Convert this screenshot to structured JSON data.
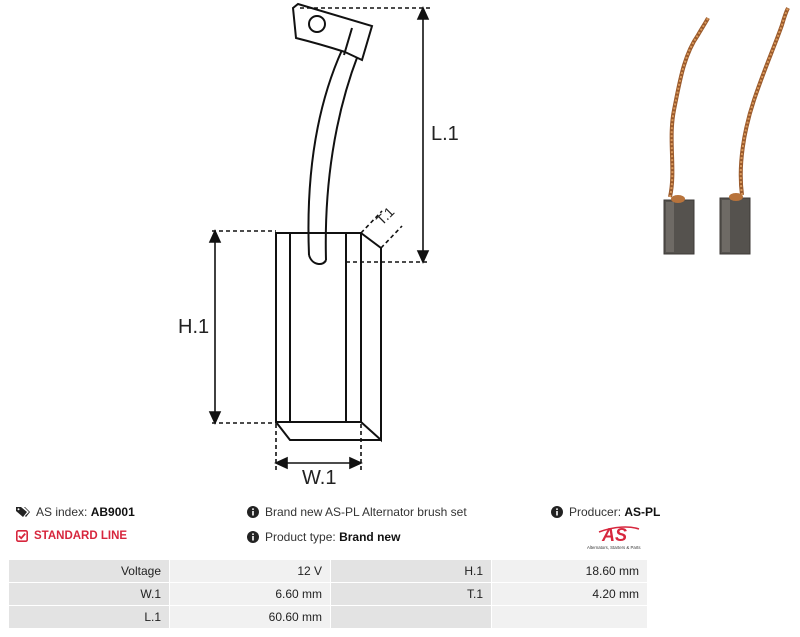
{
  "diagram": {
    "labels": {
      "l1": "L.1",
      "h1": "H.1",
      "w1": "W.1",
      "t1": "T.1"
    }
  },
  "info": {
    "as_index_label": "AS index:",
    "as_index_value": "AB9001",
    "description": "Brand new AS-PL Alternator brush set",
    "producer_label": "Producer:",
    "producer_value": "AS-PL",
    "line": "STANDARD LINE",
    "product_type_label": "Product type:",
    "product_type_value": "Brand new"
  },
  "logo": {
    "mark": "AS",
    "tagline": "Alternators, Starters & Parts"
  },
  "specs": [
    {
      "k1": "Voltage",
      "v1": "12 V",
      "k2": "H.1",
      "v2": "18.60 mm"
    },
    {
      "k1": "W.1",
      "v1": "6.60 mm",
      "k2": "T.1",
      "v2": "4.20 mm"
    },
    {
      "k1": "L.1",
      "v1": "60.60 mm",
      "k2": "",
      "v2": ""
    }
  ],
  "colors": {
    "accent": "#d7263d",
    "copper": "#b8733b",
    "carbon": "#55524e"
  },
  "icons": [
    "tags-icon",
    "info-icon",
    "check-square-icon"
  ]
}
